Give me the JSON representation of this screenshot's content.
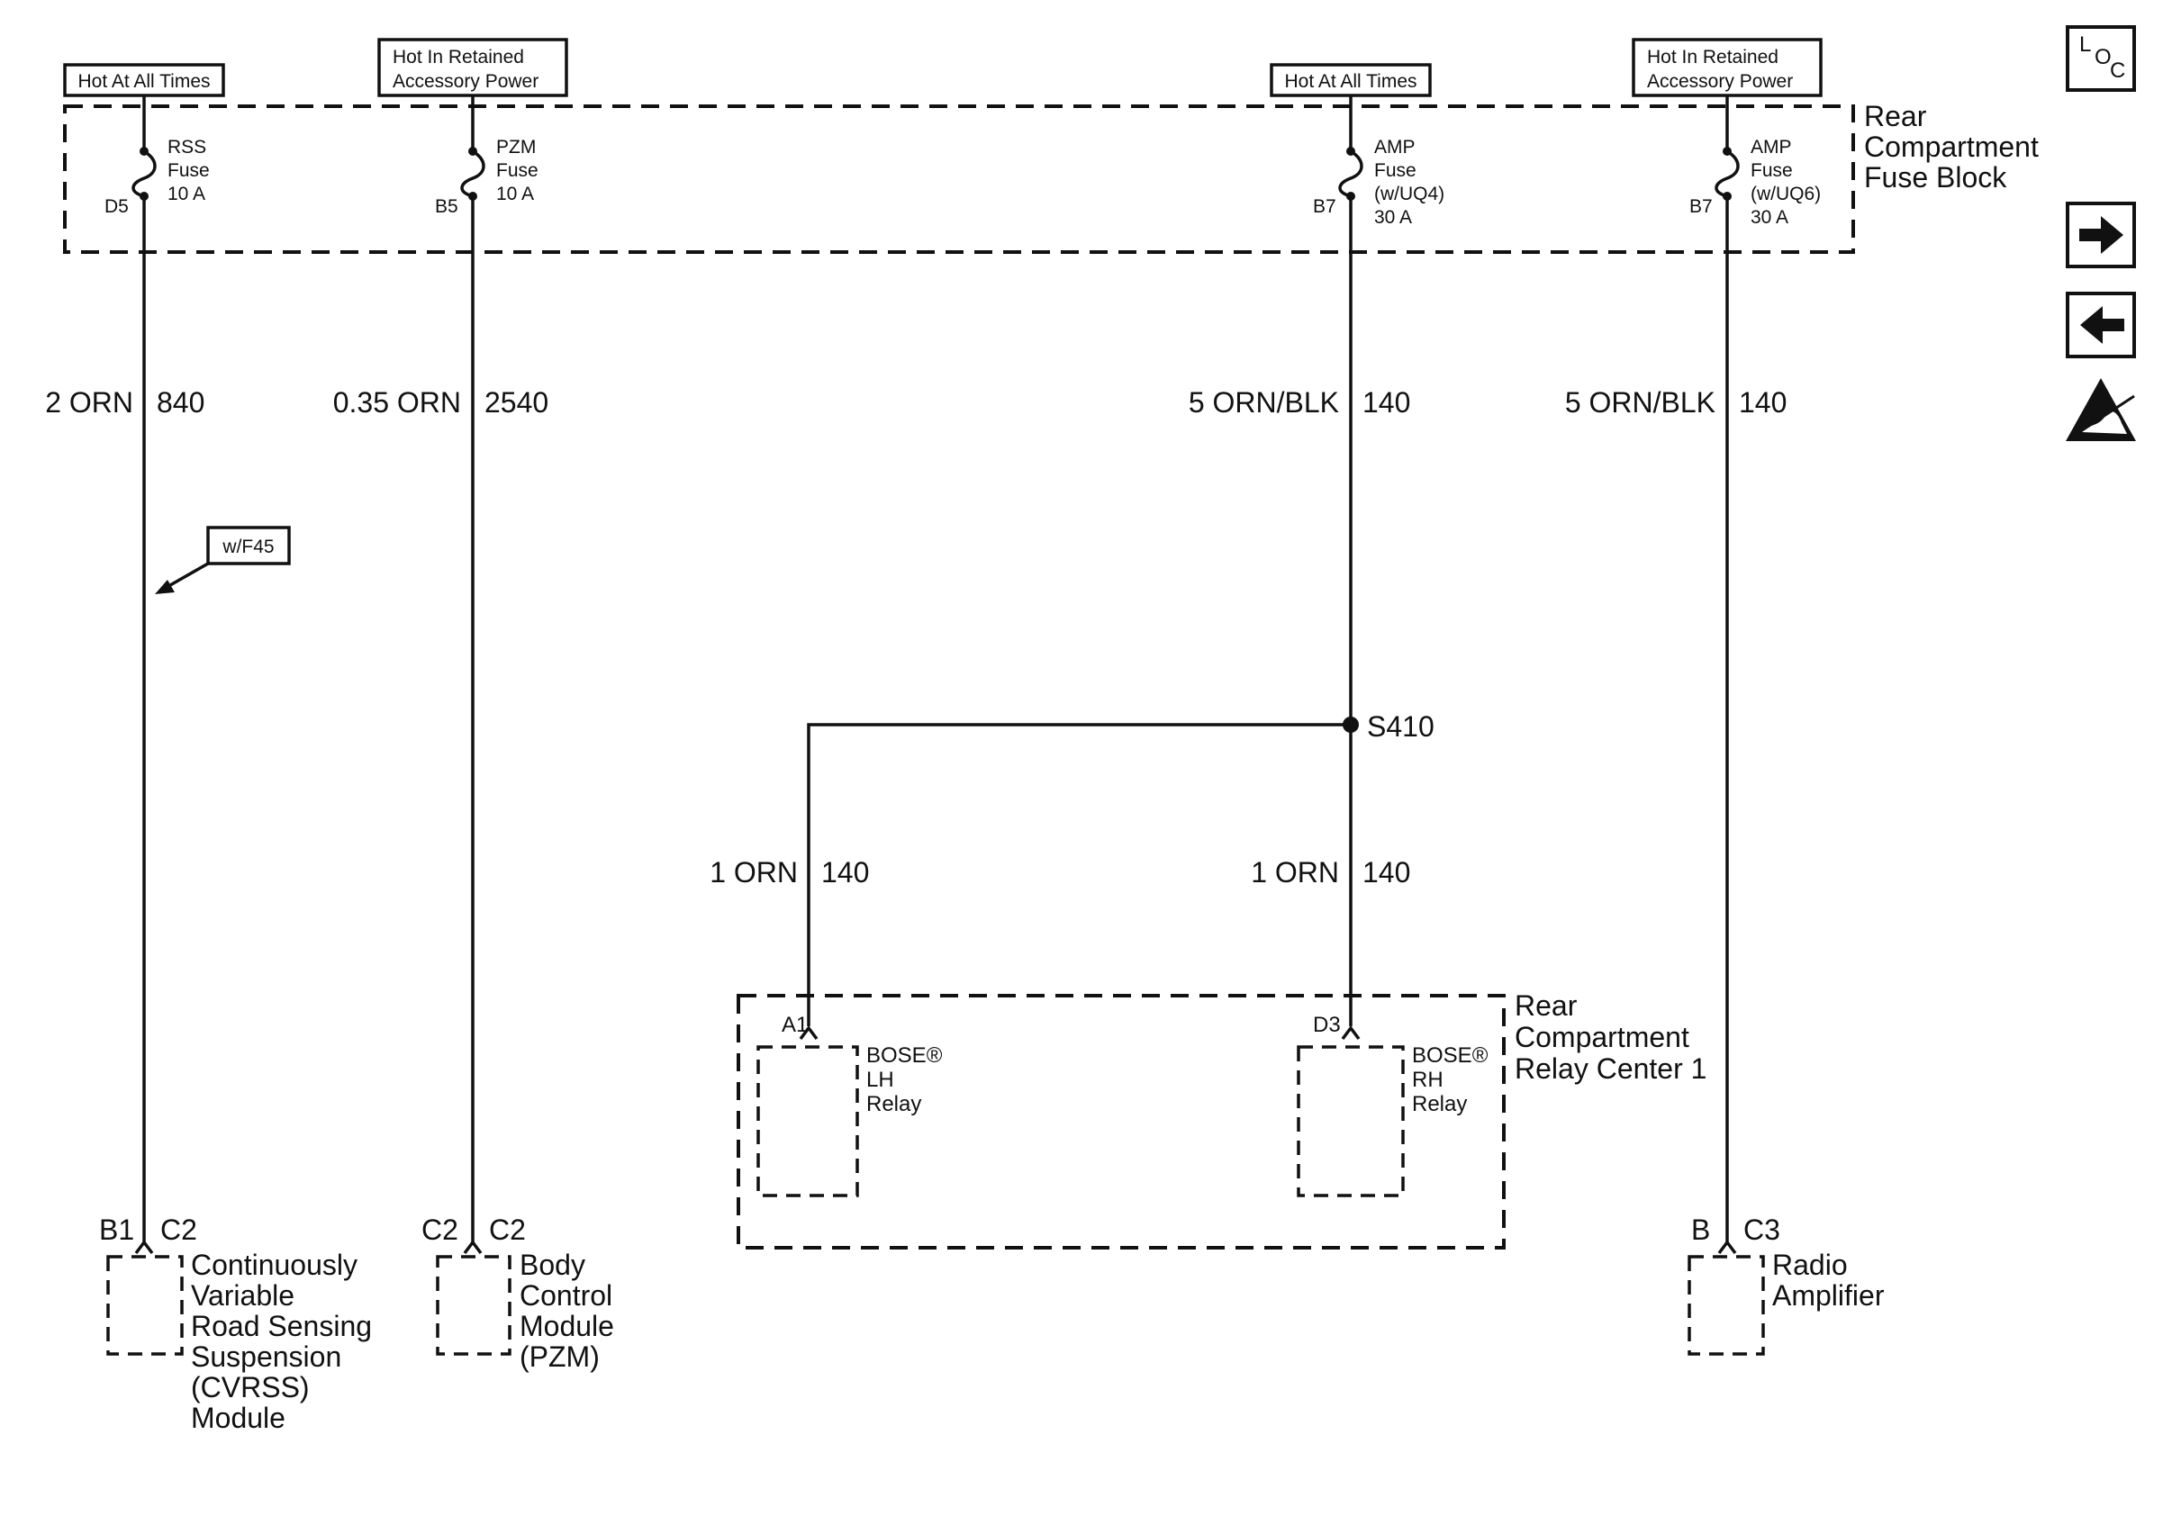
{
  "power_labels": {
    "hot_1": "Hot At All Times",
    "retained_1_line1": "Hot In Retained",
    "retained_1_line2": "Accessory Power",
    "hot_2": "Hot At All Times",
    "retained_2_line1": "Hot In Retained",
    "retained_2_line2": "Accessory Power"
  },
  "fuse_block": {
    "title_line1": "Rear",
    "title_line2": "Compartment",
    "title_line3": "Fuse Block"
  },
  "fuses": [
    {
      "lines": [
        "RSS",
        "Fuse",
        "10 A"
      ],
      "pin": "D5"
    },
    {
      "lines": [
        "PZM",
        "Fuse",
        "10 A"
      ],
      "pin": "B5"
    },
    {
      "lines": [
        "AMP",
        "Fuse",
        "(w/UQ4)",
        "30 A"
      ],
      "pin": "B7"
    },
    {
      "lines": [
        "AMP",
        "Fuse",
        "(w/UQ6)",
        "30 A"
      ],
      "pin": "B7"
    }
  ],
  "wires": {
    "w1_color": "2 ORN",
    "w1_circuit": "840",
    "w2_color": "0.35 ORN",
    "w2_circuit": "2540",
    "w3_color": "5 ORN/BLK",
    "w3_circuit": "140",
    "w4_color": "5 ORN/BLK",
    "w4_circuit": "140",
    "w5_color": "1 ORN",
    "w5_circuit": "140",
    "w6_color": "1 ORN",
    "w6_circuit": "140"
  },
  "option_tag": "w/F45",
  "splice": "S410",
  "relay_center": {
    "title_line1": "Rear",
    "title_line2": "Compartment",
    "title_line3": "Relay Center 1",
    "pin_lh": "A1",
    "pin_rh": "D3",
    "lh_relay": [
      "BOSE®",
      "LH",
      "Relay"
    ],
    "rh_relay": [
      "BOSE®",
      "RH",
      "Relay"
    ]
  },
  "components": [
    {
      "pin": "B1",
      "connector": "C2",
      "lines": [
        "Continuously",
        "Variable",
        "Road Sensing",
        "Suspension",
        "(CVRSS)",
        "Module"
      ]
    },
    {
      "pin": "C2",
      "connector": "C2",
      "lines": [
        "Body",
        "Control",
        "Module",
        "(PZM)"
      ]
    },
    {
      "pin": "B",
      "connector": "C3",
      "lines": [
        "Radio",
        "Amplifier"
      ]
    }
  ],
  "nav": {
    "loc_letters": [
      "L",
      "O",
      "C"
    ],
    "next_icon": "arrow-right-icon",
    "prev_icon": "arrow-left-icon",
    "esd_icon": "esd-warning-icon"
  }
}
